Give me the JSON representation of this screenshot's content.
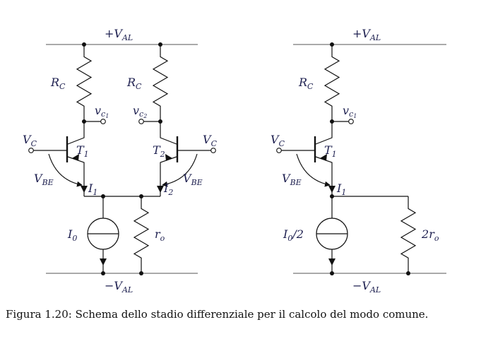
{
  "left_circuit": {
    "supply_pos": {
      "sign": "+",
      "main": "V",
      "sub": "AL"
    },
    "supply_neg": {
      "sign": "−",
      "main": "V",
      "sub": "AL"
    },
    "rc1": {
      "main": "R",
      "sub": "C"
    },
    "rc2": {
      "main": "R",
      "sub": "C"
    },
    "vc1": {
      "main": "v",
      "sub": "c",
      "subsub": "1"
    },
    "vc2": {
      "main": "v",
      "sub": "c",
      "subsub": "2"
    },
    "vin1": {
      "main": "V",
      "sub": "C"
    },
    "vin2": {
      "main": "V",
      "sub": "C"
    },
    "t1": {
      "main": "T",
      "sub": "1"
    },
    "t2": {
      "main": "T",
      "sub": "2"
    },
    "vbe1": {
      "main": "V",
      "sub": "BE"
    },
    "vbe2": {
      "main": "V",
      "sub": "BE"
    },
    "i1": {
      "main": "I",
      "sub": "1"
    },
    "i2": {
      "main": "I",
      "sub": "2"
    },
    "i0": {
      "main": "I",
      "sub": "0"
    },
    "ro": {
      "main": "r",
      "sub": "o"
    }
  },
  "right_circuit": {
    "supply_pos": {
      "sign": "+",
      "main": "V",
      "sub": "AL"
    },
    "supply_neg": {
      "sign": "−",
      "main": "V",
      "sub": "AL"
    },
    "rc": {
      "main": "R",
      "sub": "C"
    },
    "vc1": {
      "main": "v",
      "sub": "c",
      "subsub": "1"
    },
    "vin": {
      "main": "V",
      "sub": "C"
    },
    "t1": {
      "main": "T",
      "sub": "1"
    },
    "vbe": {
      "main": "V",
      "sub": "BE"
    },
    "i1": {
      "main": "I",
      "sub": "1"
    },
    "i0": {
      "main": "I",
      "sub": "0",
      "suffix": "/2"
    },
    "ro": {
      "prefix": "2",
      "main": "r",
      "sub": "o"
    }
  },
  "caption": "Figura 1.20: Schema dello stadio differenziale per il calcolo del modo comune."
}
